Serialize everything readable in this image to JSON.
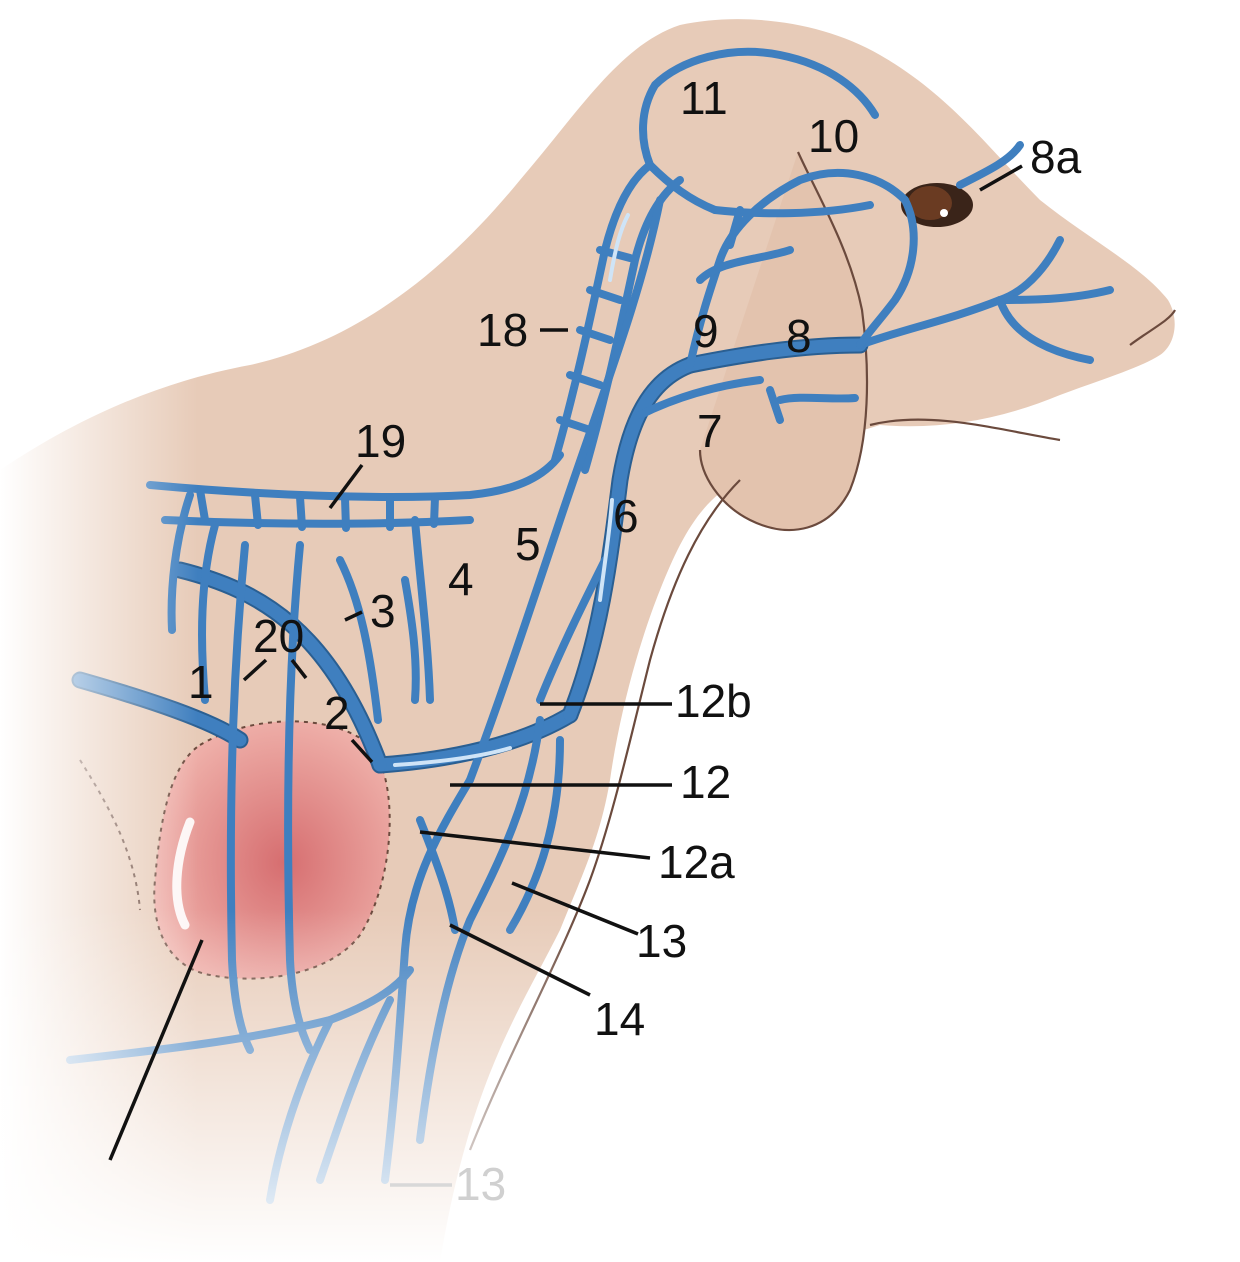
{
  "colors": {
    "skin": "#e7cbb8",
    "vein": "#3f7fbf",
    "gland": "#d97a78"
  },
  "labels": [
    {
      "id": "l1",
      "text": "1"
    },
    {
      "id": "l2",
      "text": "2"
    },
    {
      "id": "l3",
      "text": "3"
    },
    {
      "id": "l4",
      "text": "4"
    },
    {
      "id": "l5",
      "text": "5"
    },
    {
      "id": "l6",
      "text": "6"
    },
    {
      "id": "l7",
      "text": "7"
    },
    {
      "id": "l8",
      "text": "8"
    },
    {
      "id": "l8a",
      "text": "8a"
    },
    {
      "id": "l9",
      "text": "9"
    },
    {
      "id": "l10",
      "text": "10"
    },
    {
      "id": "l11",
      "text": "11"
    },
    {
      "id": "l12",
      "text": "12"
    },
    {
      "id": "l12a",
      "text": "12a"
    },
    {
      "id": "l12b",
      "text": "12b"
    },
    {
      "id": "l13",
      "text": "13"
    },
    {
      "id": "l13b",
      "text": "13"
    },
    {
      "id": "l14",
      "text": "14"
    },
    {
      "id": "l18",
      "text": "18"
    },
    {
      "id": "l19",
      "text": "19"
    },
    {
      "id": "l20",
      "text": "20"
    }
  ]
}
